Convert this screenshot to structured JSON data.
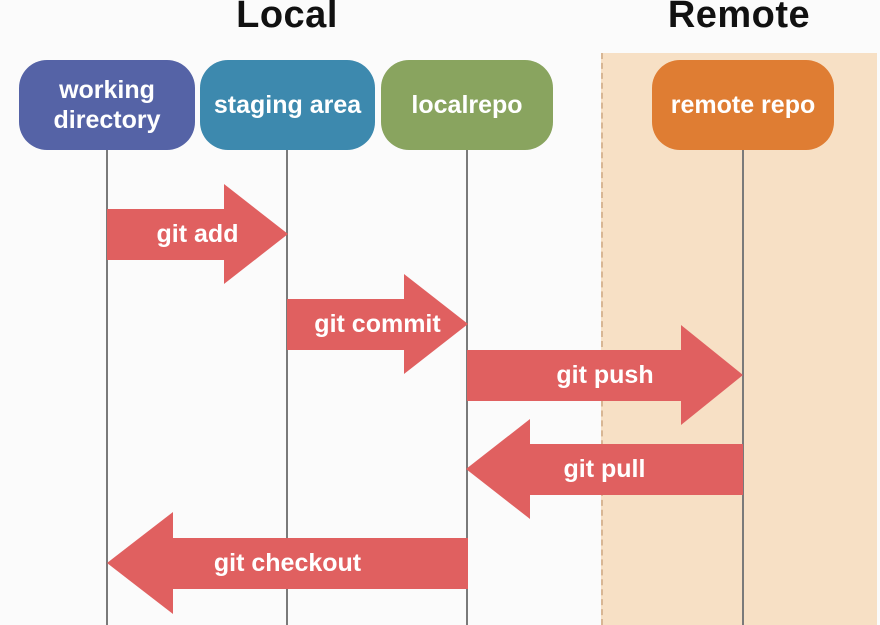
{
  "diagram": {
    "titles": {
      "local": "Local",
      "remote": "Remote"
    },
    "nodes": {
      "working_directory": {
        "label": "working directory",
        "color": "#5563a6"
      },
      "staging_area": {
        "label": "staging area",
        "color": "#3d89ae"
      },
      "localrepo": {
        "label": "localrepo",
        "color": "#89a45f"
      },
      "remote_repo": {
        "label": "remote repo",
        "color": "#df7d33"
      }
    },
    "arrows": [
      {
        "label": "git add",
        "from": "working_directory",
        "to": "staging_area",
        "direction": "right"
      },
      {
        "label": "git commit",
        "from": "staging_area",
        "to": "localrepo",
        "direction": "right"
      },
      {
        "label": "git push",
        "from": "localrepo",
        "to": "remote_repo",
        "direction": "right"
      },
      {
        "label": "git pull",
        "from": "remote_repo",
        "to": "localrepo",
        "direction": "left"
      },
      {
        "label": "git checkout",
        "from": "localrepo",
        "to": "working_directory",
        "direction": "left"
      }
    ],
    "colors": {
      "arrow": "#e06060",
      "remote_background": "#f7e0c5",
      "remote_border_dash": "#d8b694",
      "lifeline": "#7a7a7a",
      "page_background": "#fbfbfb",
      "node_text": "#ffffff",
      "title_text": "#111111"
    }
  }
}
